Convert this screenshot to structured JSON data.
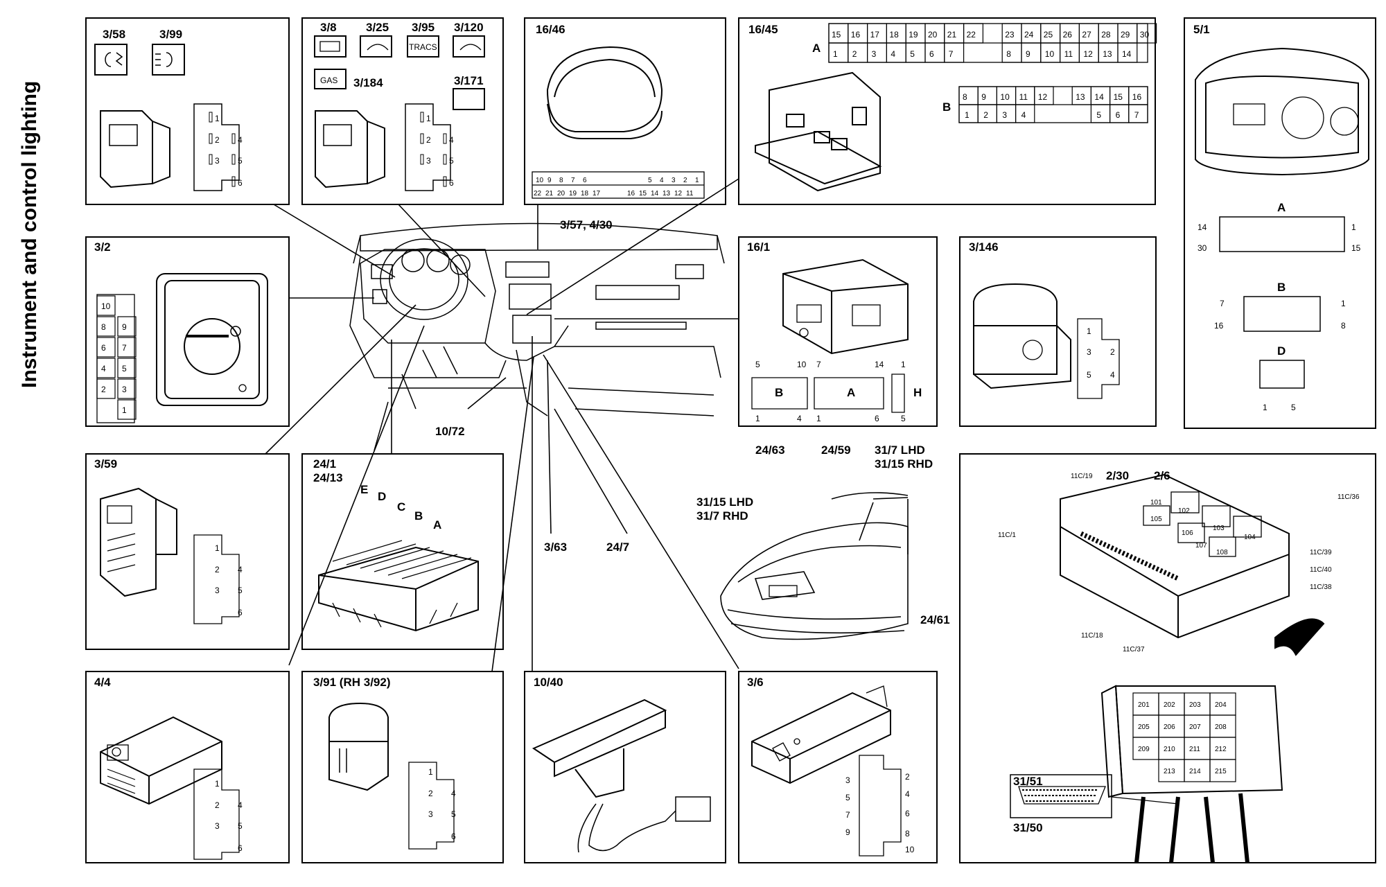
{
  "title": "Instrument and control lighting",
  "panels": {
    "p358": {
      "a": "3/58",
      "b": "3/99"
    },
    "p38": {
      "a": "3/8",
      "b": "3/25",
      "c": "3/95",
      "d": "3/120",
      "e": "3/184",
      "f": "3/171",
      "gas": "GAS",
      "tracs": "TRACS"
    },
    "p1646": {
      "a": "16/46",
      "row1": [
        "10",
        "9",
        "8",
        "7",
        "6",
        "5",
        "4",
        "3",
        "2",
        "1"
      ],
      "row2": [
        "22",
        "21",
        "20",
        "19",
        "18",
        "17",
        "16",
        "15",
        "14",
        "13",
        "12",
        "11"
      ]
    },
    "p1645": {
      "a": "16/45",
      "connA": "A",
      "connB": "B",
      "a_top": [
        "15",
        "16",
        "17",
        "18",
        "19",
        "20",
        "21",
        "22",
        "23",
        "24",
        "25",
        "26",
        "27",
        "28",
        "29",
        "30"
      ],
      "a_bot": [
        "1",
        "2",
        "3",
        "4",
        "5",
        "6",
        "7",
        "8",
        "9",
        "10",
        "11",
        "12",
        "13",
        "14"
      ],
      "b_top": [
        "8",
        "9",
        "10",
        "11",
        "12",
        "13",
        "14",
        "15",
        "16"
      ],
      "b_bot": [
        "1",
        "2",
        "3",
        "4",
        "5",
        "6",
        "7"
      ]
    },
    "p51": {
      "a": "5/1",
      "connA": "A",
      "connB": "B",
      "connD": "D",
      "aPins": [
        "14",
        "1",
        "30",
        "15"
      ],
      "bPins": [
        "7",
        "1",
        "16",
        "8"
      ],
      "dPins": [
        "1",
        "5"
      ]
    },
    "p32": {
      "a": "3/2",
      "pins": [
        "10",
        "8",
        "9",
        "6",
        "7",
        "4",
        "5",
        "2",
        "3",
        "1"
      ]
    },
    "p161": {
      "a": "16/1",
      "nums": [
        "5",
        "10",
        "7",
        "14",
        "1",
        "1",
        "4",
        "1",
        "6",
        "5"
      ],
      "b": "B",
      "aLetter": "A",
      "h": "H"
    },
    "p3146": {
      "a": "3/146",
      "pins": [
        "1",
        "3",
        "2",
        "5",
        "4"
      ]
    },
    "p359": {
      "a": "3/59",
      "pins": [
        "1",
        "2",
        "4",
        "3",
        "5",
        "6"
      ]
    },
    "p241": {
      "a": "24/1",
      "b": "24/13",
      "letters": [
        "E",
        "D",
        "C",
        "B",
        "A"
      ]
    },
    "car": {
      "l1": "24/63",
      "l2": "24/59",
      "l3": "31/7 LHD",
      "l4": "31/15 RHD",
      "l5": "31/15 LHD",
      "l6": "31/7 RHD",
      "l7": "24/61"
    },
    "fuse": {
      "labels": [
        "11C/19",
        "2/30",
        "2/6",
        "11C/36",
        "11C/1",
        "11C/39",
        "11C/40",
        "11C/38",
        "11C/18",
        "11C/37"
      ],
      "small": [
        "101",
        "102",
        "103",
        "104",
        "105",
        "106",
        "107",
        "108"
      ],
      "relays": [
        "201",
        "202",
        "203",
        "204",
        "205",
        "206",
        "207",
        "208",
        "209",
        "210",
        "211",
        "212",
        "213",
        "214",
        "215"
      ],
      "c1": "31/51",
      "c2": "31/50"
    },
    "p44": {
      "a": "4/4",
      "pins": [
        "1",
        "2",
        "4",
        "3",
        "5",
        "6"
      ]
    },
    "p391": {
      "a": "3/91 (RH 3/92)",
      "pins": [
        "1",
        "2",
        "4",
        "3",
        "5",
        "6"
      ]
    },
    "p1040": {
      "a": "10/40"
    },
    "p36": {
      "a": "3/6",
      "pins": [
        "2",
        "3",
        "4",
        "5",
        "6",
        "7",
        "8",
        "9",
        "10"
      ]
    },
    "callouts": {
      "c1": "3/57, 4/30",
      "c2": "10/72",
      "c3": "3/63",
      "c4": "24/7"
    },
    "common": {
      "pins6": [
        "1",
        "2",
        "4",
        "3",
        "5",
        "6"
      ]
    }
  }
}
